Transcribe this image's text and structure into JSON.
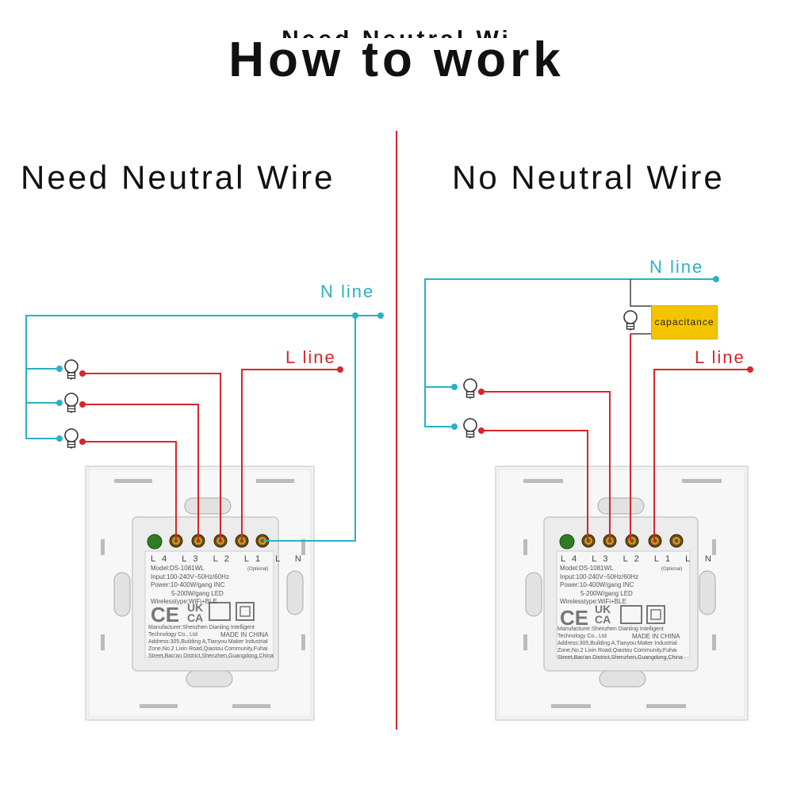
{
  "title": "How to work",
  "title_cut": "Need Neutral Wi",
  "left": {
    "heading": "Need Neutral Wire",
    "n_label": "N line",
    "l_label": "L line"
  },
  "right": {
    "heading": "No Neutral Wire",
    "n_label": "N line",
    "l_label": "L line",
    "capacitance": "capacitance"
  },
  "device": {
    "terminals": "L4 L3 L2 L1  L  N",
    "optional": "(Optional)",
    "model": "Model:DS-1081WL",
    "input": "Input:100-240V~50Hz/60Hz",
    "power": "Power:10-400W/gang INC",
    "power2": "5-200W/gang LED",
    "wireless": "Wirelesstype:WiFi+BLE",
    "manufacturer": "Manufacturer:Shenzhen Dianling Intelligent",
    "company": "Technology Co., Ltd",
    "made_in": "MADE IN CHINA",
    "address": "Address:305,Building A,Tianyou Maker Industrial",
    "address2": "Zone,No.2 Lixin Road,Qiaotou Community,Fuhai",
    "address3": "Street,Bao'an District,Shenzhen,Guangdong,China",
    "marks": "CE UKCA"
  },
  "colors": {
    "n_wire": "#2bb0c6",
    "l_wire": "#d8262a",
    "divider": "#d8262a",
    "capacitor": "#f5c400"
  }
}
